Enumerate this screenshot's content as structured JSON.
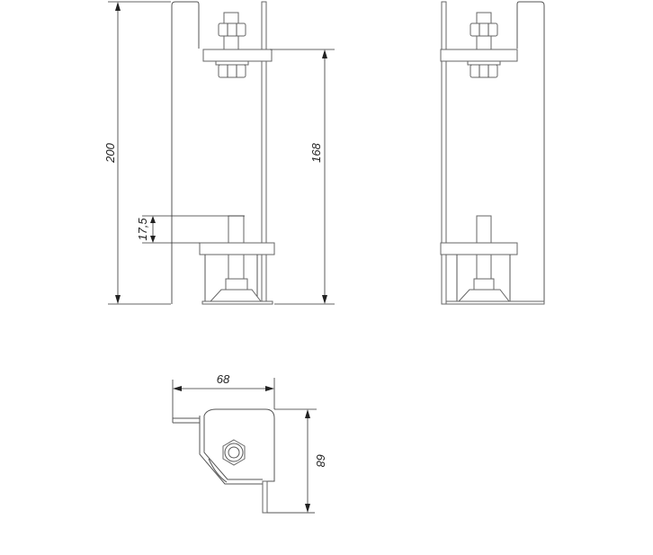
{
  "dimensions": {
    "total_height": "200",
    "bracket_height": "168",
    "thread_length": "17,5",
    "width": "68",
    "depth": "68"
  },
  "colors": {
    "line": "#555555",
    "dimension": "#222222",
    "background": "#ffffff"
  }
}
